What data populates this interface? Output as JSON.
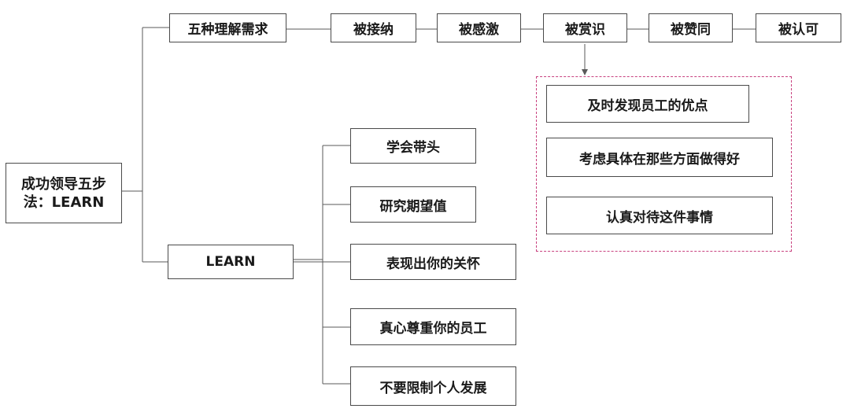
{
  "root": {
    "label": "成功领导五步法：LEARN"
  },
  "branch_top": {
    "label": "五种理解需求",
    "items": [
      "被接纳",
      "被感激",
      "被赏识",
      "被赞同",
      "被认可"
    ]
  },
  "branch_learn": {
    "label": "LEARN",
    "items": [
      "学会带头",
      "研究期望值",
      "表现出你的关怀",
      "真心尊重你的员工",
      "不要限制个人发展"
    ]
  },
  "appreciation_details": {
    "items": [
      "及时发现员工的优点",
      "考虑具体在那些方面做得好",
      "认真对待这件事情"
    ]
  },
  "colors": {
    "line": "#5a5a5a",
    "border": "#4a4a4a",
    "dashed_frame": "#c8417f"
  }
}
